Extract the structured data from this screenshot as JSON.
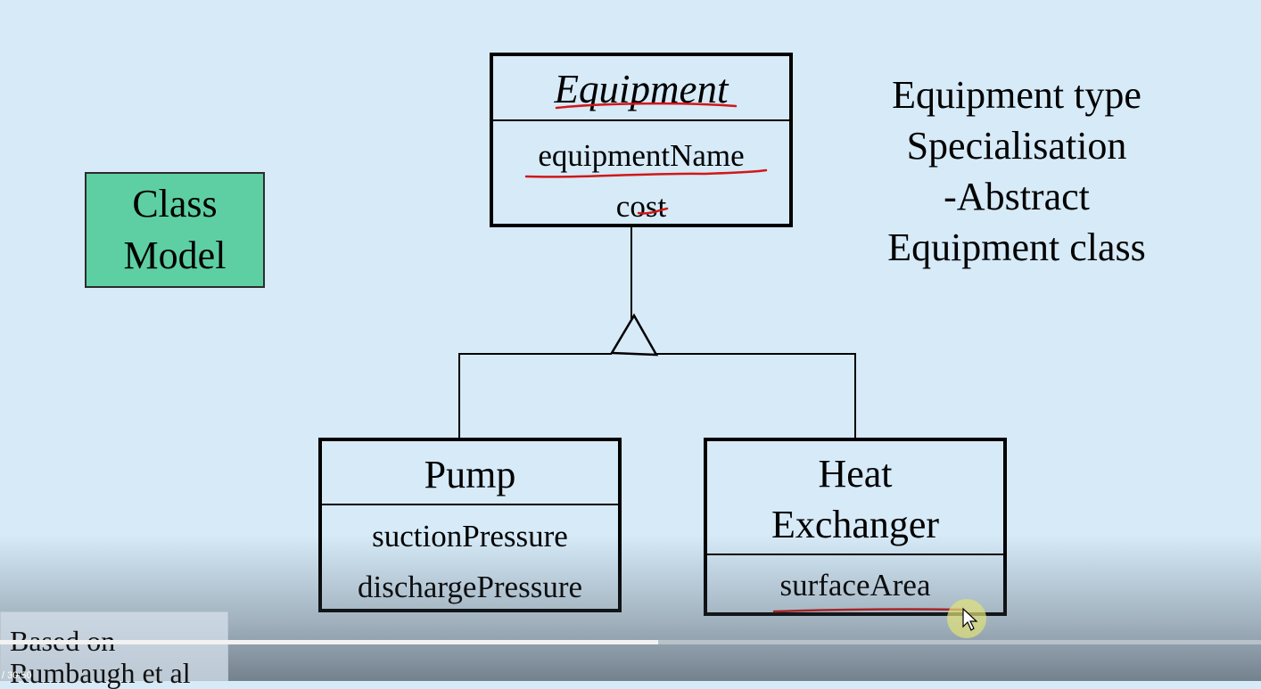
{
  "class_model_label": [
    "Class",
    "Model"
  ],
  "equipment": {
    "name": "Equipment",
    "attributes": [
      "equipmentName",
      "cost"
    ]
  },
  "pump": {
    "name": "Pump",
    "attributes": [
      "suctionPressure",
      "dischargePressure"
    ]
  },
  "heat_exchanger": {
    "name_lines": [
      "Heat",
      "Exchanger"
    ],
    "attributes": [
      "surfaceArea"
    ]
  },
  "note_lines": [
    "Equipment type",
    "Specialisation",
    "-Abstract",
    "Equipment class"
  ],
  "caption_lines": [
    "Based on",
    "Rumbaugh et al"
  ],
  "player": {
    "timecode": "/ 30:50",
    "progress": 0.522
  },
  "colors": {
    "background": "#d6eaf8",
    "class_model_fill": "#5ecfa3",
    "annotation": "#d01818"
  }
}
